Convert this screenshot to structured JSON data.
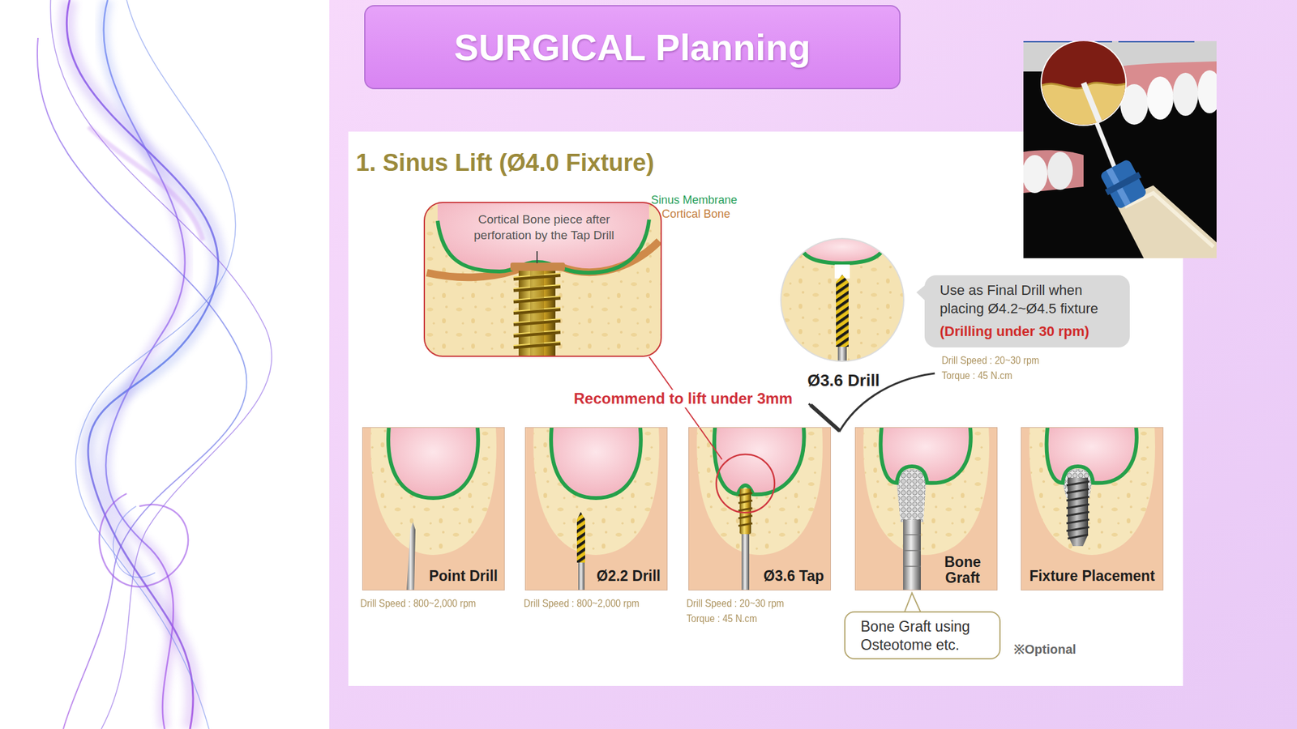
{
  "diagram": {
    "title": "SURGICAL Planning",
    "nodes": [
      {
        "text": [
          "Cortical Bone piece after perforation by the Tap Drill"
        ]
      },
      {
        "text": [
          "Ø3.6 Drill"
        ]
      },
      {
        "text": [
          "Use as Final Drill when placing Ø4.2~Ø4.5 fixture",
          "(Drilling under 30 rpm)"
        ]
      },
      {
        "text": [
          "Point Drill"
        ]
      },
      {
        "text": [
          "Ø2.2 Drill"
        ]
      },
      {
        "text": [
          "Ø3.6 Tap"
        ]
      },
      {
        "text": [
          "Bone Graft"
        ]
      },
      {
        "text": [
          "Fixture Placement"
        ]
      },
      {
        "text": [
          "Bone Graft using Osteotome etc."
        ]
      }
    ],
    "edges": [
      {
        "from": 0,
        "to": 5,
        "label": "Recommend to lift under 3mm",
        "arrow": "none"
      }
    ],
    "labels": [
      "1. Sinus Lift (Ø4.0 Fixture)",
      "Sinus Membrane",
      "Cortical Bone",
      "Drill Speed : 20~30 rpm",
      "Torque : 45 N.cm",
      "Drill Speed : 800~2,000 rpm",
      "Drill Speed : 800~2,000 rpm",
      "Drill Speed : 20~30 rpm",
      "Torque : 45 N.cm",
      "※Optional"
    ]
  }
}
